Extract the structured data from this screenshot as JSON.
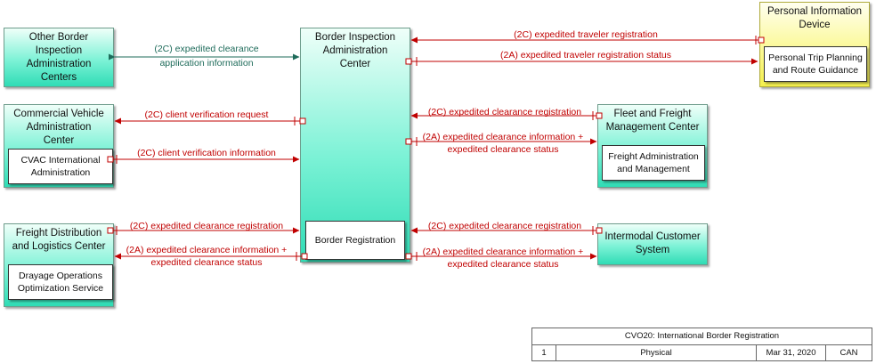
{
  "boxes": {
    "other_border": "Other Border\nInspection\nAdministration\nCenters",
    "commercial_vehicle": "Commercial Vehicle\nAdministration\nCenter",
    "cvac_intl": "CVAC International\nAdministration",
    "freight_distribution": "Freight Distribution\nand Logistics Center",
    "drayage": "Drayage Operations\nOptimization Service",
    "border_inspection": "Border Inspection\nAdministration\nCenter",
    "border_registration": "Border Registration",
    "personal_info_device": "Personal Information\nDevice",
    "personal_trip": "Personal Trip Planning\nand Route Guidance",
    "fleet_freight": "Fleet and Freight\nManagement Center",
    "freight_admin": "Freight Administration\nand Management",
    "intermodal": "Intermodal Customer\nSystem"
  },
  "flows": {
    "f1": [
      "(2C) expedited clearance",
      "application information"
    ],
    "f2": [
      "(2C) expedited traveler registration"
    ],
    "f3": [
      "(2A) expedited traveler registration status"
    ],
    "f4": [
      "(2C) client verification request"
    ],
    "f5": [
      "(2C) client verification information"
    ],
    "f6": [
      "(2C) expedited clearance registration"
    ],
    "f7": [
      "(2A) expedited clearance information +",
      "expedited clearance status"
    ],
    "f8": [
      "(2C) expedited clearance registration"
    ],
    "f9": [
      "(2A) expedited clearance information +",
      "expedited clearance status"
    ],
    "f10": [
      "(2C) expedited clearance registration"
    ],
    "f11": [
      "(2A) expedited clearance information +",
      "expedited clearance status"
    ]
  },
  "colors": {
    "flow_red": "#c00000",
    "flow_green": "#1e6b5a"
  },
  "footer": {
    "title": "CVO20: International Border Registration",
    "page": "1",
    "view": "Physical",
    "date": "Mar 31, 2020",
    "region": "CAN"
  }
}
